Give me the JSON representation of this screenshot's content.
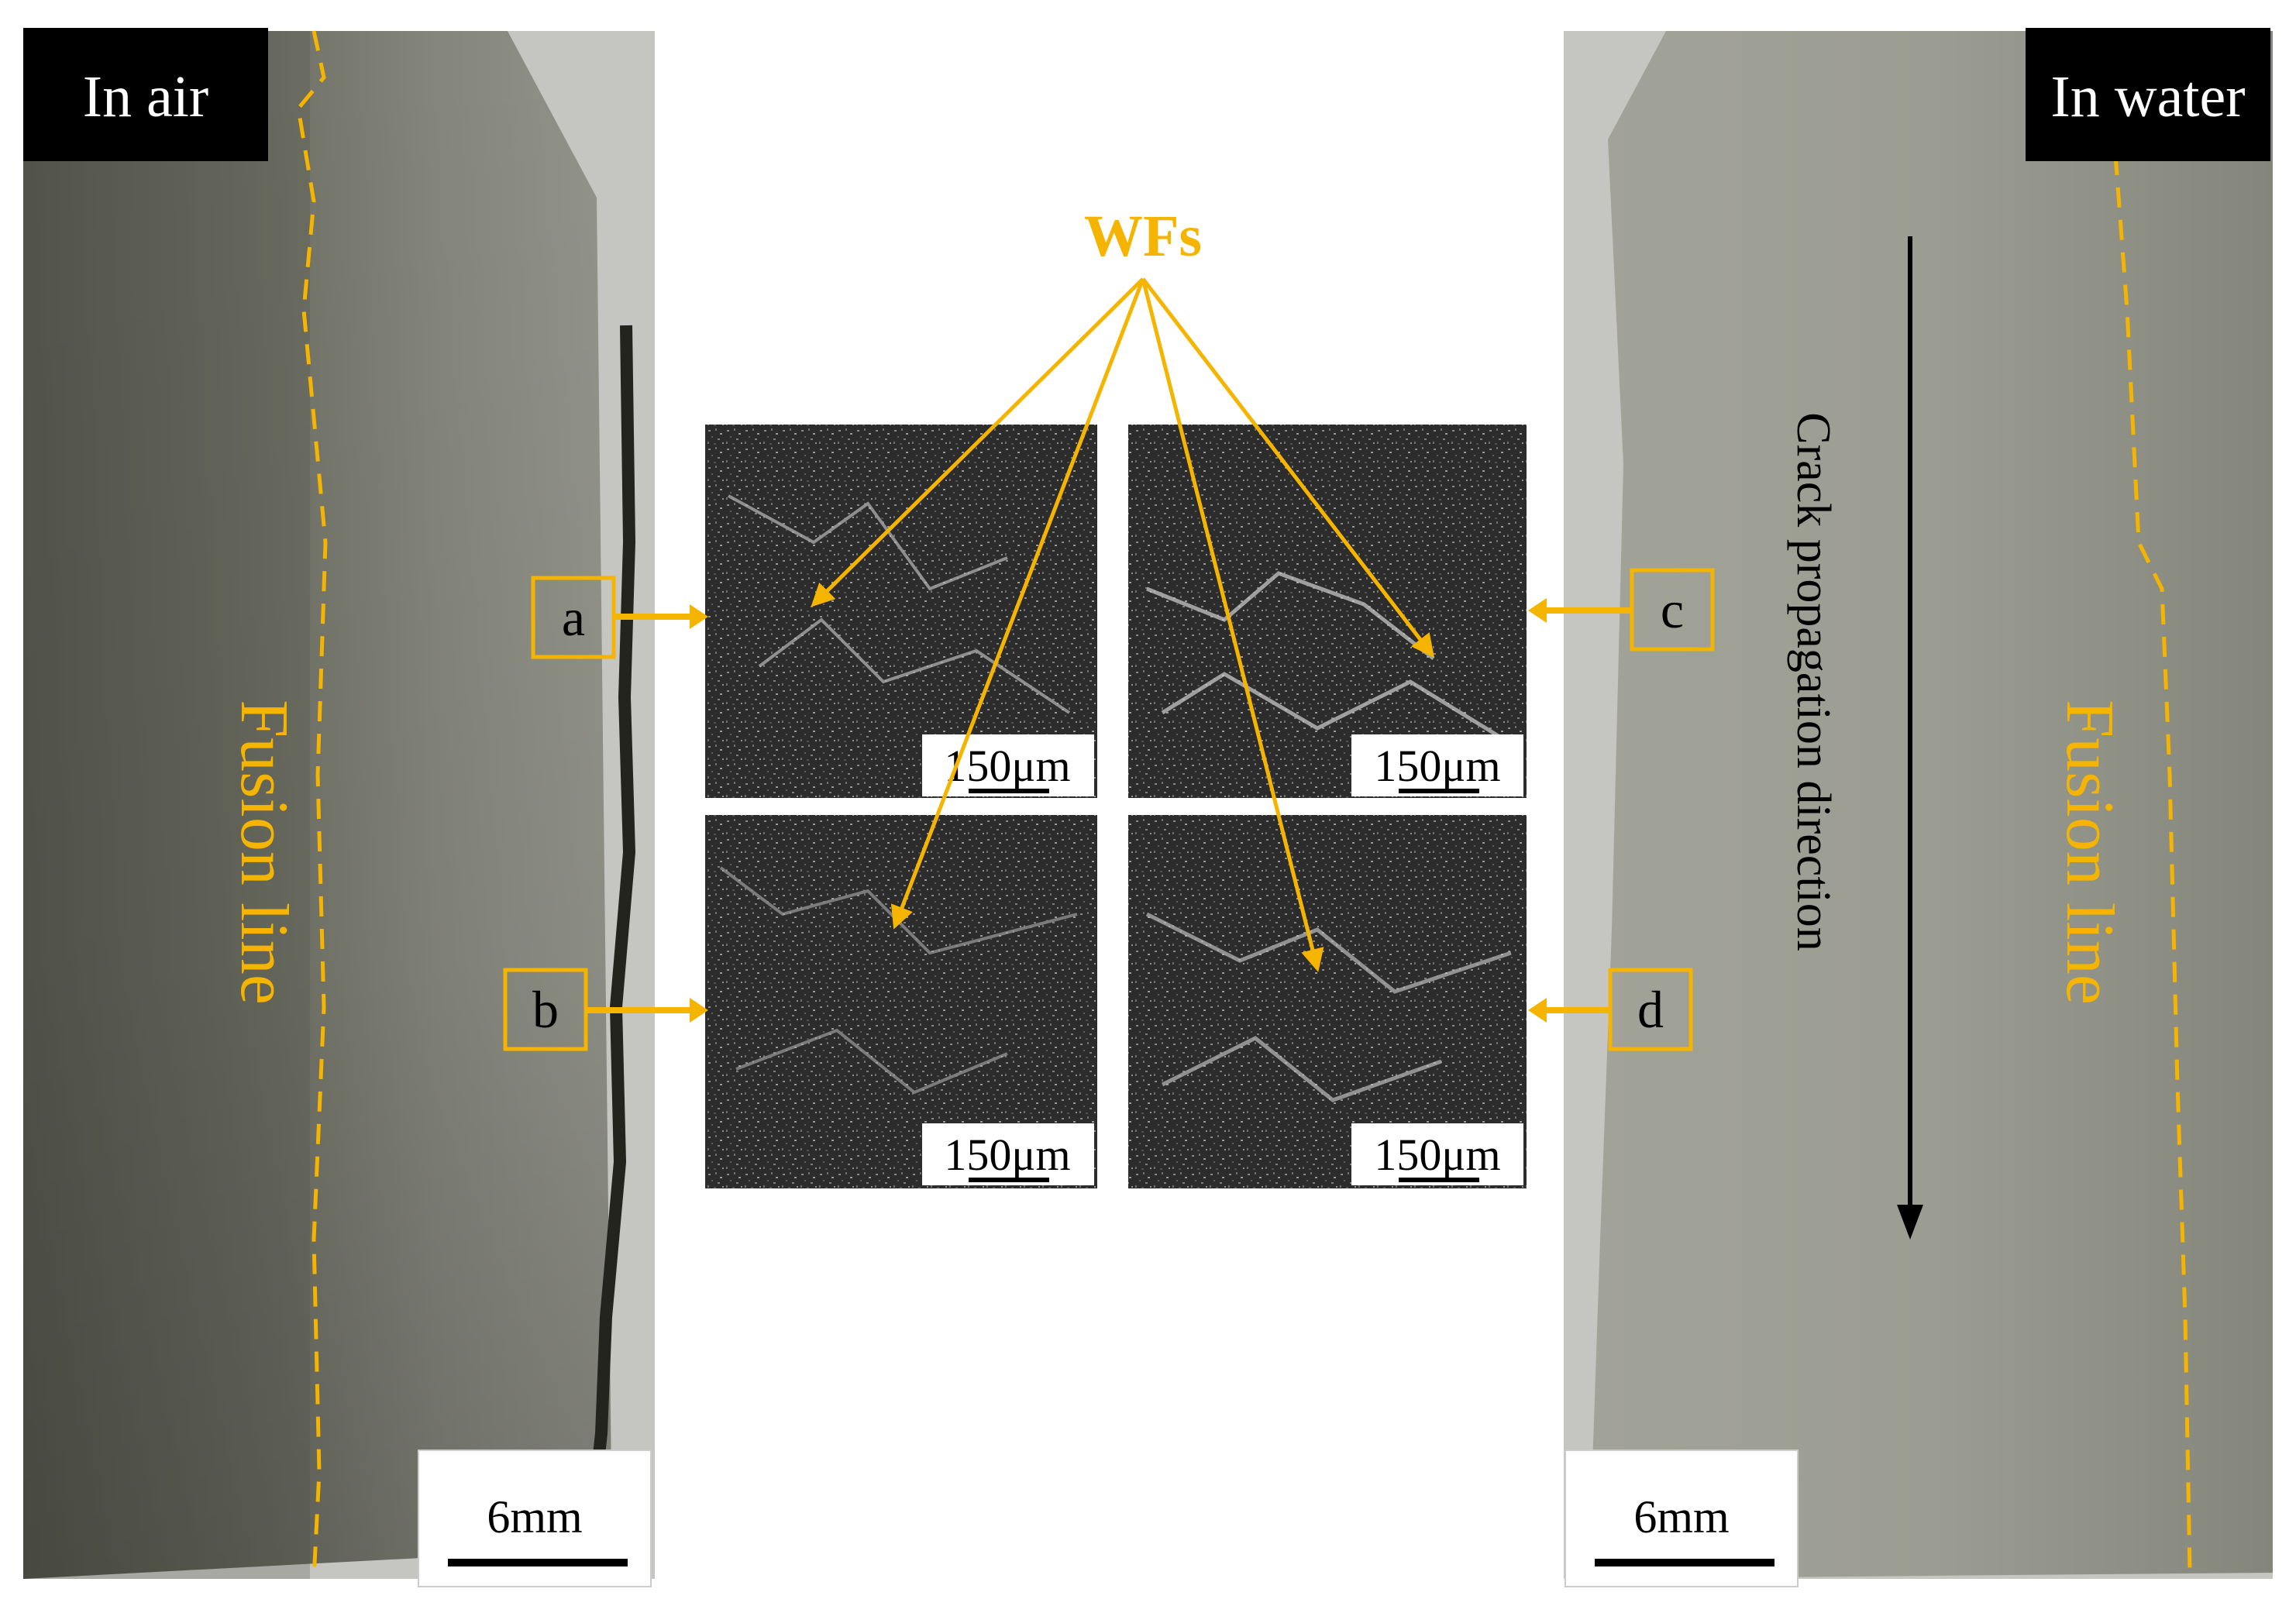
{
  "labels": {
    "left_condition": "In air",
    "right_condition": "In water",
    "wfs": "WFs",
    "fusion_line_left": "Fusion line",
    "fusion_line_right": "Fusion line",
    "crack_direction": "Crack propagation direction",
    "scale_left": "6mm",
    "scale_right": "6mm",
    "micro_a_scale": "150μm",
    "micro_b_scale": "150μm",
    "micro_c_scale": "150μm",
    "micro_d_scale": "150μm",
    "box_a": "a",
    "box_b": "b",
    "box_c": "c",
    "box_d": "d"
  },
  "colors": {
    "accent": "#f5b400",
    "label_bg": "#000000",
    "label_text": "#ffffff",
    "specimen_left_dark": "#59594f",
    "specimen_left_light": "#8f9085",
    "specimen_right": "#9b9b90",
    "background_gray": "#c8c9c4",
    "crack": "#24241f",
    "arrow": "#000000"
  }
}
